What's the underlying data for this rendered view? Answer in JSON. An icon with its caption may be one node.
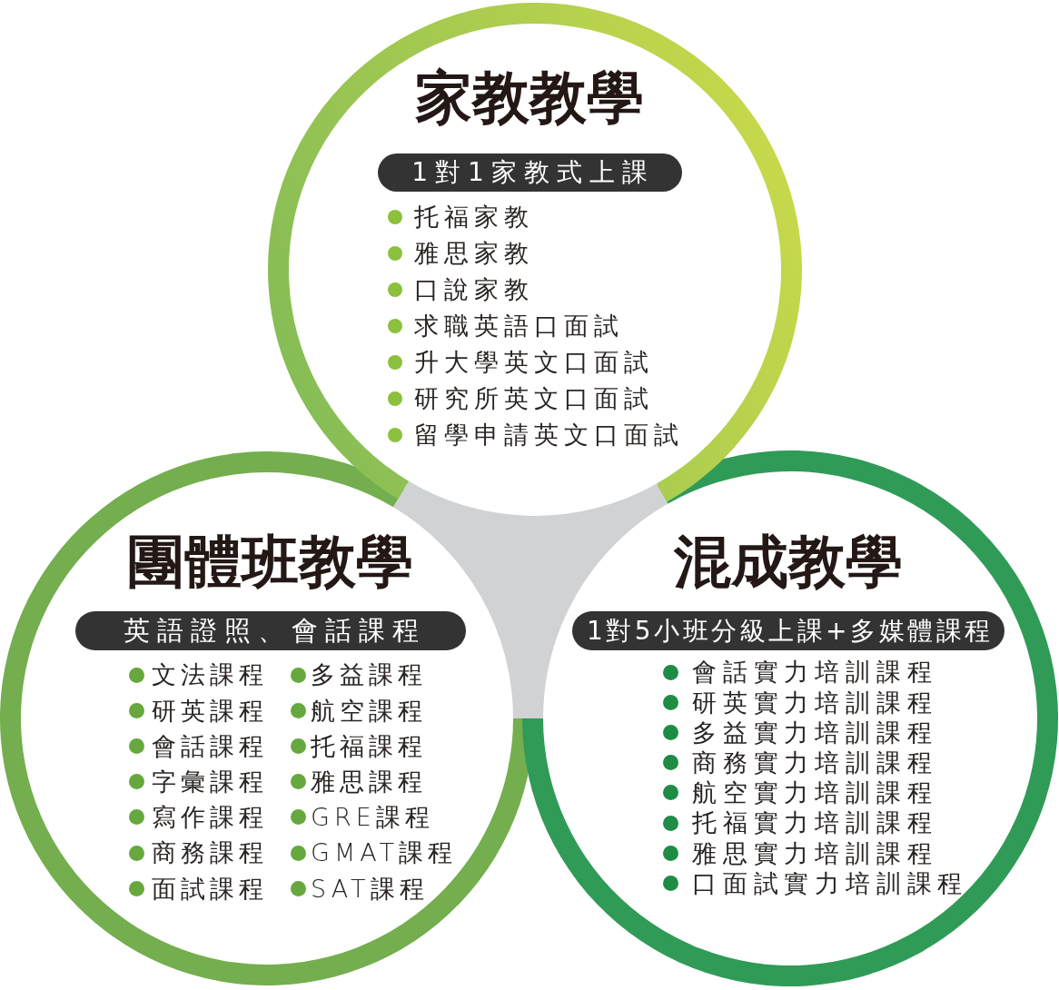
{
  "diagram": {
    "nodes": [
      {
        "text": [
          "家教教學",
          "托福家教",
          "雅思家教",
          "口說家教",
          "求職英語口面試",
          "升大學英文口面試",
          "研究所英文口面試",
          "留學申請英文口面試"
        ]
      },
      {
        "text": [
          "1對1家教式上課"
        ],
        "in": 0
      },
      {
        "text": [
          "團體班教學",
          "文法課程",
          "研英課程",
          "會話課程",
          "字彙課程",
          "寫作課程",
          "商務課程",
          "面試課程",
          "多益課程",
          "航空課程",
          "托福課程",
          "雅思課程",
          "GRE課程",
          "GMAT課程",
          "SAT課程"
        ]
      },
      {
        "text": [
          "英語證照、會話課程"
        ],
        "in": 2
      },
      {
        "text": [
          "混成教學",
          "會話實力培訓課程",
          "研英實力培訓課程",
          "多益實力培訓課程",
          "商務實力培訓課程",
          "航空實力培訓課程",
          "托福實力培訓課程",
          "雅思實力培訓課程",
          "口面試實力培訓課程"
        ]
      },
      {
        "text": [
          "1對5小班分級上課+多媒體課程"
        ],
        "in": 4
      },
      {
        "text": [],
        "shape": "triangle"
      }
    ]
  }
}
